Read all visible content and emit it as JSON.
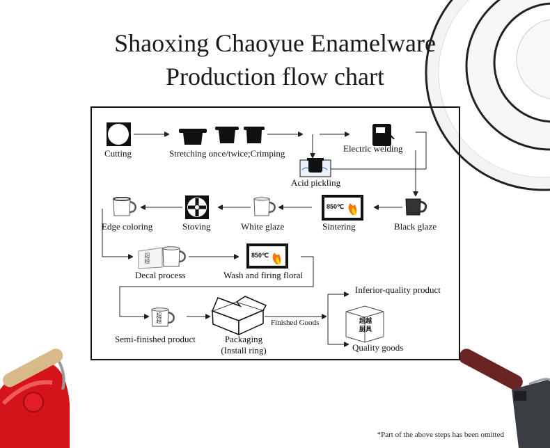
{
  "title": {
    "line1": "Shaoxing Chaoyue Enamelware",
    "line2": "Production flow chart"
  },
  "steps": {
    "cutting": "Cutting",
    "stretching": "Stretching once/twice;Crimping",
    "electric_welding": "Electric welding",
    "acid_pickling": "Acid pickling",
    "black_glaze": "Black glaze",
    "sintering": "Sintering",
    "white_glaze": "White glaze",
    "stoving": "Stoving",
    "edge_coloring": "Edge coloring",
    "decal_process": "Decal process",
    "wash_firing": "Wash and firing floral",
    "semi_finished": "Semi-finished product",
    "packaging_line1": "Packaging",
    "packaging_line2": "(Install ring)",
    "finished_goods": "Finished Goods",
    "inferior": "Inferior-quality product",
    "quality": "Quality goods"
  },
  "furnace_temp": "850℃",
  "box_brand_line1": "超越",
  "box_brand_line2": "厨具",
  "decal_text": "超越",
  "footnote": "*Part of the above steps has been omitted",
  "colors": {
    "kettle_red": "#d4131a",
    "handle_wood": "#d8b98a",
    "pan_handle": "#6b2424",
    "fire_orange": "#f2790f",
    "plate_rim": "#222222"
  }
}
